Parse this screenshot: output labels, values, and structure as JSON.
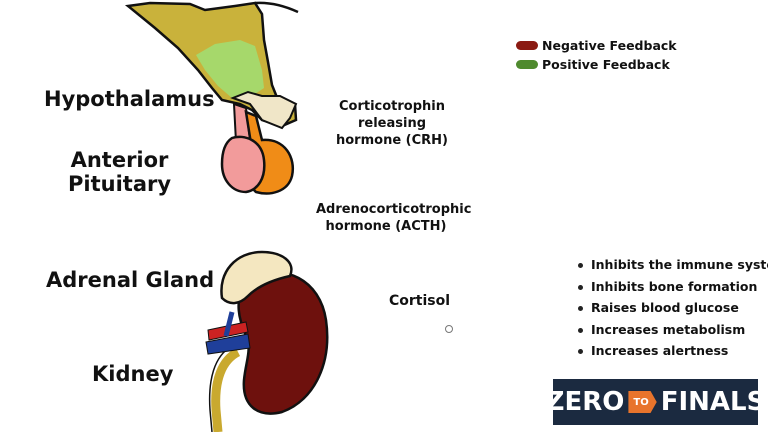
{
  "labels": {
    "hypothalamus": "Hypothalamus",
    "anterior_pituitary": "Anterior\nPituitary",
    "adrenal_gland": "Adrenal Gland",
    "kidney": "Kidney",
    "crh": "Corticotrophin releasing\nhormone (CRH)",
    "acth": "Adrenocorticotrophic\nhormone (ACTH)",
    "cortisol": "Cortisol"
  },
  "legend": [
    {
      "label": "Negative Feedback",
      "color": "#8b1a12"
    },
    {
      "label": "Positive Feedback",
      "color": "#4f8a2e"
    }
  ],
  "effects": [
    "Inhibits the immune system",
    "Inhibits bone formation",
    "Raises blood glucose",
    "Increases metabolism",
    "Increases alertness"
  ],
  "brand": {
    "left": "ZERO",
    "mid": "TO",
    "right": "FINALS",
    "bg": "#1b2a40",
    "accent": "#e8742c"
  },
  "colors": {
    "hypothalamus": "#c9b23b",
    "hypothalamus_inner": "#a6d86b",
    "stalk": "#f0e6c8",
    "posterior_pituitary": "#f08c17",
    "anterior_pituitary": "#f29b9b",
    "adrenal": "#f4e7c0",
    "kidney": "#6e110d",
    "artery": "#cc2222",
    "vein": "#1f3f9a",
    "ureter": "#c9a92f"
  }
}
